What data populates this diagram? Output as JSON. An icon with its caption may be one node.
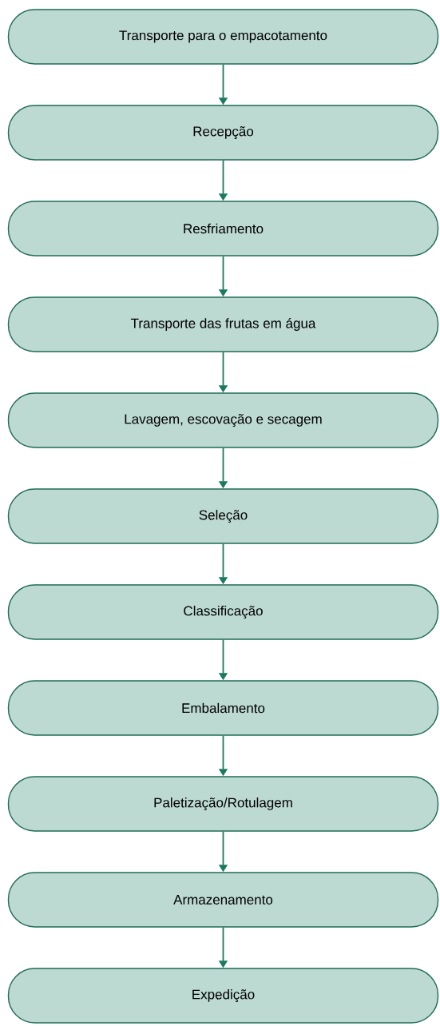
{
  "diagram": {
    "nodes": [
      {
        "text": [
          "Transporte para o empacotamento"
        ]
      },
      {
        "text": [
          "Recepção"
        ]
      },
      {
        "text": [
          "Resfriamento"
        ]
      },
      {
        "text": [
          "Transporte das frutas em água"
        ]
      },
      {
        "text": [
          "Lavagem, escovação e secagem"
        ]
      },
      {
        "text": [
          "Seleção"
        ]
      },
      {
        "text": [
          "Classificação"
        ]
      },
      {
        "text": [
          "Embalamento"
        ]
      },
      {
        "text": [
          "Paletização/Rotulagem"
        ]
      },
      {
        "text": [
          "Armazenamento"
        ]
      },
      {
        "text": [
          "Expedição"
        ]
      }
    ],
    "edges": [
      {
        "from": 0,
        "to": 1,
        "arrow": "to"
      },
      {
        "from": 1,
        "to": 2,
        "arrow": "to"
      },
      {
        "from": 2,
        "to": 3,
        "arrow": "to"
      },
      {
        "from": 3,
        "to": 4,
        "arrow": "to"
      },
      {
        "from": 4,
        "to": 5,
        "arrow": "to"
      },
      {
        "from": 5,
        "to": 6,
        "arrow": "to"
      },
      {
        "from": 6,
        "to": 7,
        "arrow": "to"
      },
      {
        "from": 7,
        "to": 8,
        "arrow": "to"
      },
      {
        "from": 8,
        "to": 9,
        "arrow": "to"
      },
      {
        "from": 9,
        "to": 10,
        "arrow": "to"
      }
    ]
  }
}
